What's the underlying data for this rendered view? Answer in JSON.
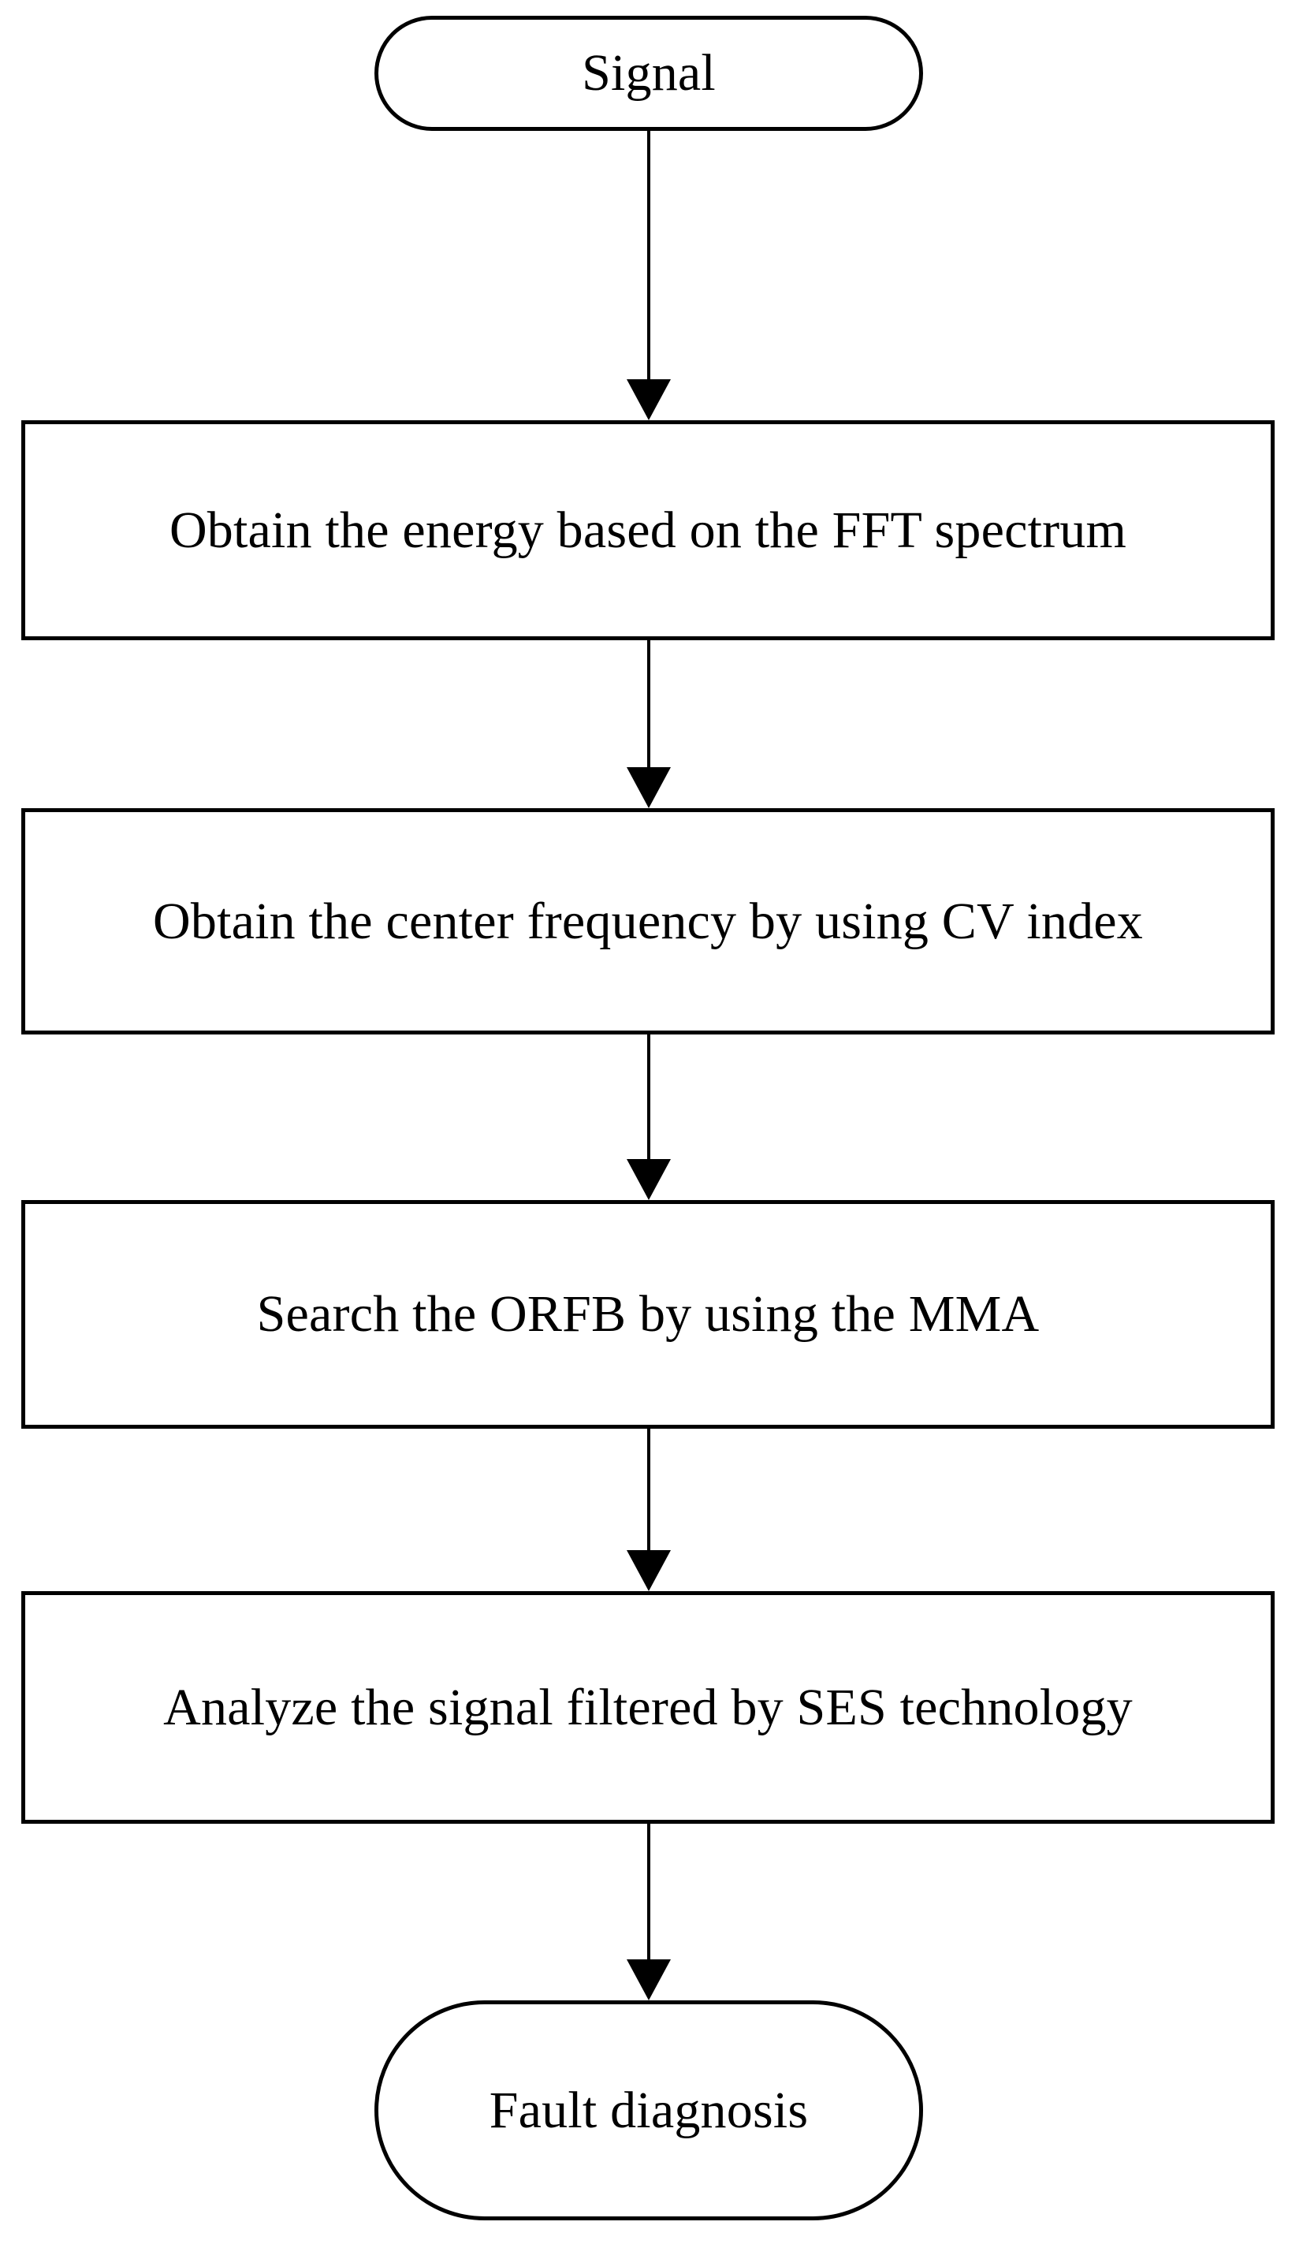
{
  "figure": {
    "type": "flowchart",
    "orientation": "top-to-bottom",
    "background_color": "#ffffff",
    "stroke_color": "#000000",
    "text_color": "#000000"
  },
  "nodes": [
    {
      "id": "signal",
      "shape": "terminal",
      "label": "Signal"
    },
    {
      "id": "energy-fft",
      "shape": "process",
      "label": "Obtain the energy based on the FFT spectrum"
    },
    {
      "id": "center-frequency-cv",
      "shape": "process",
      "label": "Obtain the center frequency by using CV index"
    },
    {
      "id": "search-orfb-mma",
      "shape": "process",
      "label": "Search the ORFB by using the MMA"
    },
    {
      "id": "analyze-ses",
      "shape": "process",
      "label": "Analyze the signal filtered by SES technology"
    },
    {
      "id": "fault-diagnosis",
      "shape": "terminal",
      "label": "Fault diagnosis"
    }
  ],
  "edges": [
    {
      "id": "edge-1",
      "from": "signal",
      "to": "energy-fft",
      "arrow": "down"
    },
    {
      "id": "edge-2",
      "from": "energy-fft",
      "to": "center-frequency-cv",
      "arrow": "down"
    },
    {
      "id": "edge-3",
      "from": "center-frequency-cv",
      "to": "search-orfb-mma",
      "arrow": "down"
    },
    {
      "id": "edge-4",
      "from": "search-orfb-mma",
      "to": "analyze-ses",
      "arrow": "down"
    },
    {
      "id": "edge-5",
      "from": "analyze-ses",
      "to": "fault-diagnosis",
      "arrow": "down"
    }
  ]
}
